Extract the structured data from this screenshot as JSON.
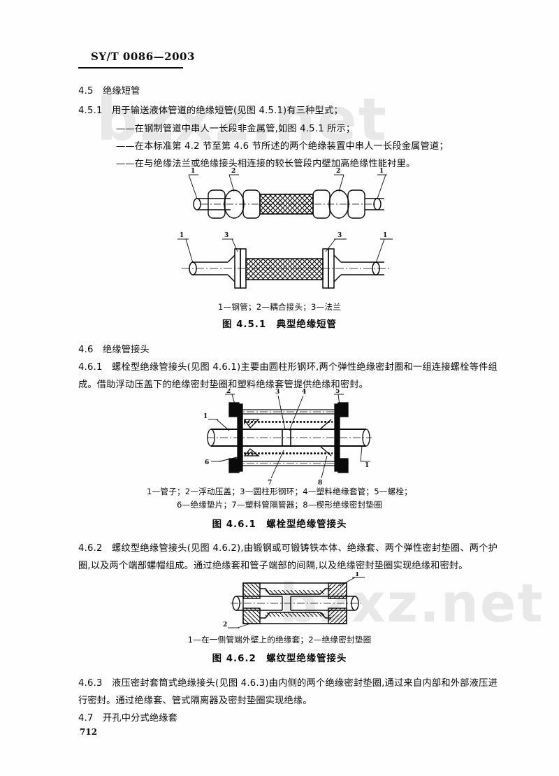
{
  "header": {
    "standard_code": "SY/T 0086—2003"
  },
  "watermark": {
    "text": "bzxz.net"
  },
  "sections": {
    "s45_heading": "4.5　绝缘短管",
    "s451_para": "4.5.1　用于输送液体管道的绝缘短管(见图 4.5.1)有三种型式；",
    "s451_item1": "——在钢制管道中串人一长段非金属管,如图 4.5.1 所示；",
    "s451_item2": "——在本标准第 4.2 节至第 4.6 节所述的两个绝缘装置中串人一长段金属管道；",
    "s451_item3": "——在与绝缘法兰或绝缘接头相连接的较长管段内壁加高绝缘性能衬里。",
    "s46_heading": "4.6　绝缘管接头",
    "s461_para": "4.6.1　螺栓型绝缘管接头(见图 4.6.1)主要由圆柱形钢环,两个弹性绝缘密封圈和一组连接螺栓等件组成。借助浮动压盖下的绝缘密封垫圈和塑料绝缘套管提供绝缘和密封。",
    "s462_para": "4.6.2　螺纹型绝缘管接头(见图 4.6.2),由锻钢或可锻铸铁本体、绝缘套、两个弹性密封垫圈、两个护圈,以及两个端部螺帽组成。通过绝缘套和管子端部的间隔,以及绝缘密封垫圈实现绝缘和密封。",
    "s463_para": "4.6.3　液压密封套筒式绝缘接头(见图 4.6.3)由内侧的两个绝缘密封垫圈,通过来自内部和外部液压进行密封。通过绝缘套、管式隔离器及密封垫圈实现绝缘。",
    "s47_heading": "4.7　开孔中分式绝缘套"
  },
  "figures": {
    "fig451": {
      "legend": "1—钢管；2—耦合接头；3—法兰",
      "caption": "图 4.5.1　典型绝缘短管",
      "callouts_top": [
        "1",
        "2",
        "2",
        "1"
      ],
      "callouts_bottom": [
        "1",
        "3",
        "3",
        "1"
      ]
    },
    "fig461": {
      "legend_line1": "1—管子；2—浮动压盖；3—圆柱形钢环；4—塑料绝缘套管；5—螺栓；",
      "legend_line2": "6—绝缘垫片；7—塑料管隔管器；8—楔形绝缘密封垫圈",
      "caption": "图 4.6.1　螺栓型绝缘管接头",
      "callouts": [
        "1",
        "2",
        "3",
        "4",
        "5",
        "6",
        "7",
        "8",
        "1"
      ]
    },
    "fig462": {
      "legend": "1—在一侧管端外壁上的绝缘套；2—绝缘密封垫圈",
      "caption": "图 4.6.2　螺纹型绝缘管接头",
      "callouts": [
        "1",
        "2"
      ]
    }
  },
  "page": {
    "number": "712"
  },
  "colors": {
    "ink": "#0a0a0a",
    "paper": "#fefefe",
    "watermark": "#e8e8e8"
  }
}
